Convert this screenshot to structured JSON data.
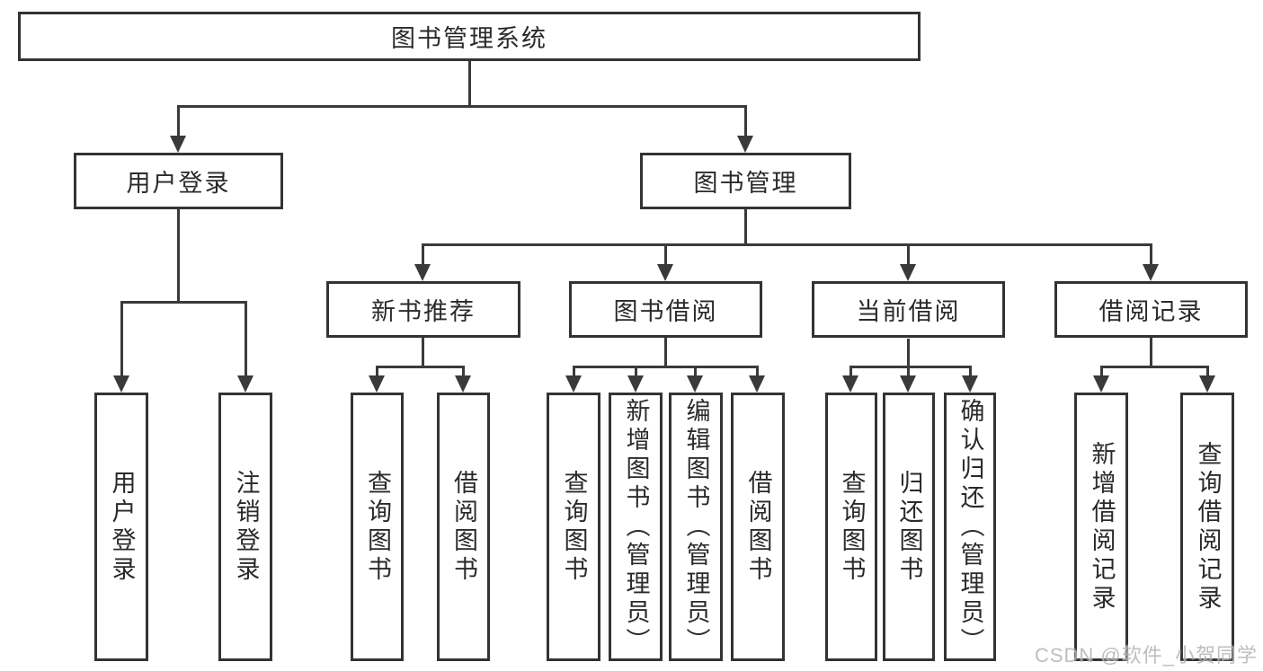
{
  "diagram": {
    "root": {
      "label": "图书管理系统"
    },
    "user_login_branch": {
      "label": "用户登录",
      "children": [
        {
          "label": "用户登录"
        },
        {
          "label": "注销登录"
        }
      ]
    },
    "book_mgmt_branch": {
      "label": "图书管理",
      "children": [
        {
          "label": "新书推荐",
          "children": [
            {
              "label": "查询图书"
            },
            {
              "label": "借阅图书"
            }
          ]
        },
        {
          "label": "图书借阅",
          "children": [
            {
              "label": "查询图书"
            },
            {
              "label": "新增图书（管理员）"
            },
            {
              "label": "编辑图书（管理员）"
            },
            {
              "label": "借阅图书"
            }
          ]
        },
        {
          "label": "当前借阅",
          "children": [
            {
              "label": "查询图书"
            },
            {
              "label": "归还图书"
            },
            {
              "label": "确认归还（管理员）"
            }
          ]
        },
        {
          "label": "借阅记录",
          "children": [
            {
              "label": "新增借阅记录"
            },
            {
              "label": "查询借阅记录"
            }
          ]
        }
      ]
    }
  },
  "watermark": {
    "text": "CSDN @软件_小贺同学"
  },
  "colors": {
    "line": "#3a3a3a",
    "border": "#333333",
    "text": "#2a2a2a",
    "background": "#ffffff",
    "watermark": "#b3b3b3"
  }
}
